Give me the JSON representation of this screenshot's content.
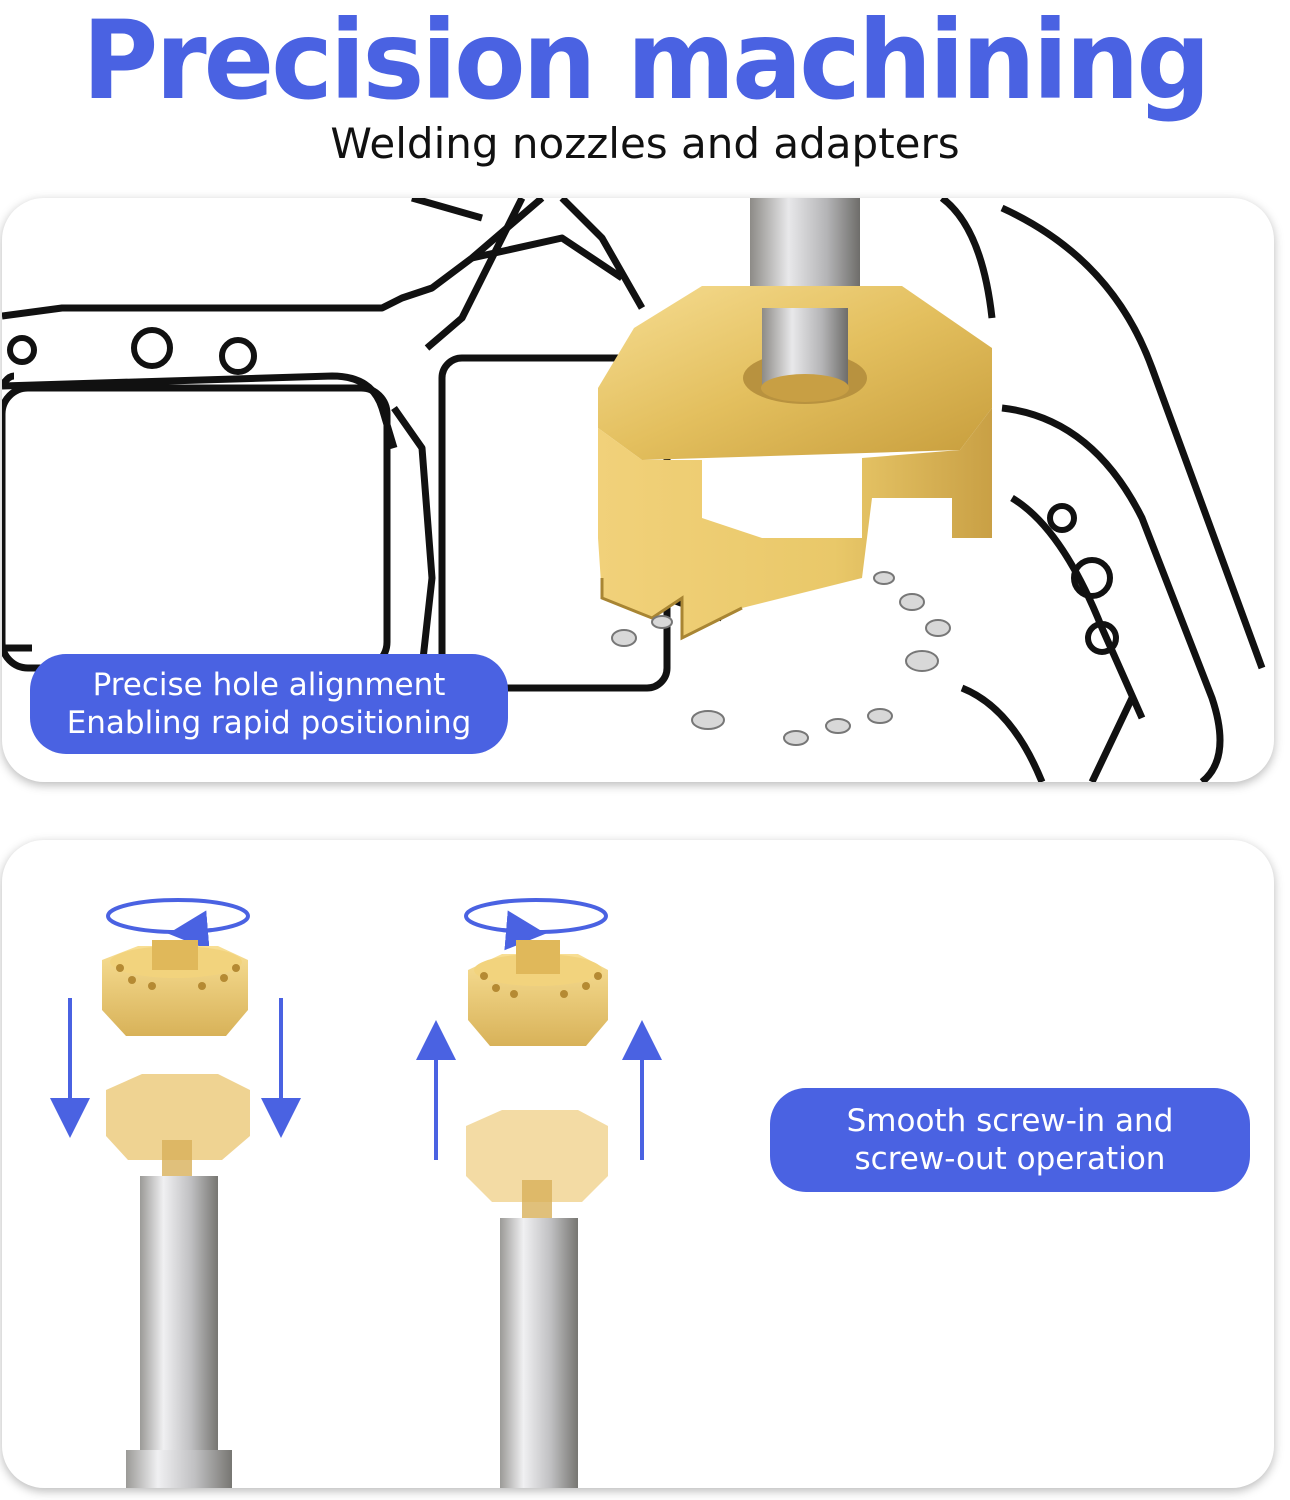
{
  "header": {
    "title": "Precision machining",
    "subtitle": "Welding nozzles and adapters"
  },
  "panel_alignment": {
    "line1": "Precise hole alignment",
    "line2": "Enabling rapid positioning"
  },
  "panel_screw": {
    "line1": "Smooth screw-in and",
    "line2": "screw-out operation"
  },
  "colors": {
    "accent": "#4a62e2",
    "brass": "#e8c569",
    "steel": "#c9c9cb"
  }
}
